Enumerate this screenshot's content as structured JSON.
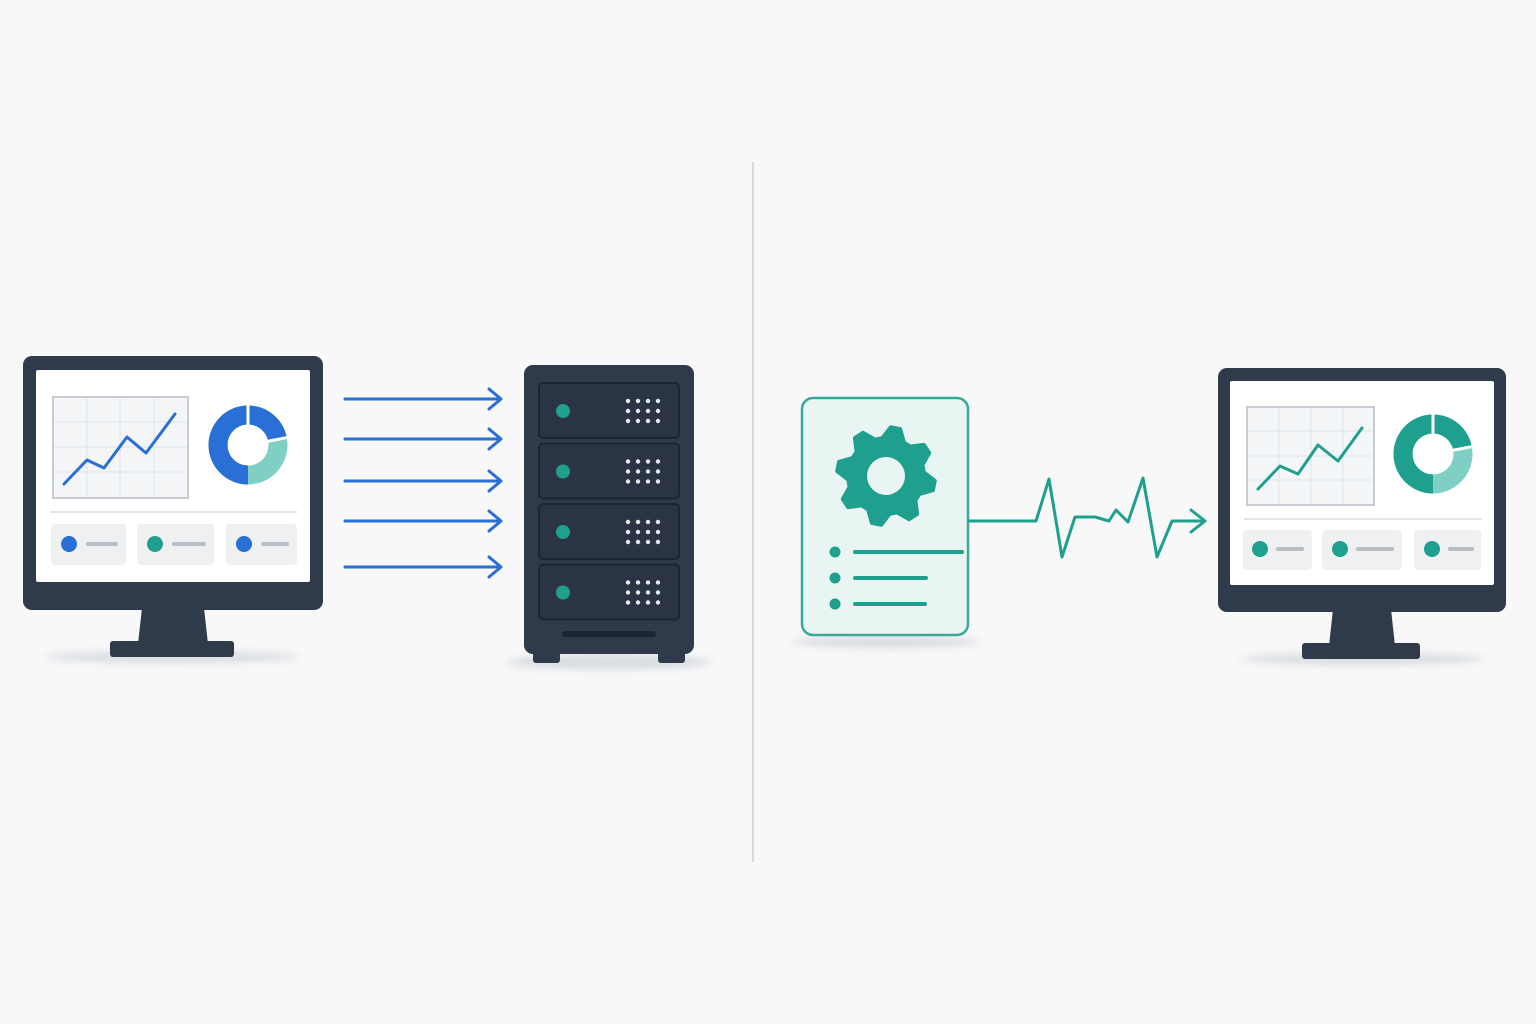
{
  "colors": {
    "background": "#f8f8f9",
    "dark": "#2f3a4b",
    "blue": "#2a6fd6",
    "teal": "#1fa08f",
    "light_teal": "#7fcfc4",
    "card_fill": "#e8f5f3",
    "card_border": "#3aa898",
    "divider": "#d6d8db",
    "screen": "#ffffff",
    "chart_panel": "#f3f5f6",
    "gray_line": "#b8bec6"
  },
  "left_panel": {
    "monitor": {
      "icon": "monitor-dashboard-icon",
      "accent": "#2a6fd6",
      "donut_share": [
        0.72,
        0.28
      ],
      "legend_dot_colors": [
        "#2a6fd6",
        "#1fa08f",
        "#2a6fd6"
      ]
    },
    "connection": {
      "icon": "arrow-right-icon",
      "arrow_count": 5
    },
    "server": {
      "icon": "server-rack-icon",
      "unit_count": 4
    }
  },
  "right_panel": {
    "config_card": {
      "icon": "gear-icon",
      "list_item_count": 3
    },
    "connection": {
      "icon": "heartbeat-arrow-icon"
    },
    "monitor": {
      "icon": "monitor-dashboard-icon",
      "accent": "#1fa08f",
      "donut_share": [
        0.72,
        0.28
      ],
      "legend_dot_colors": [
        "#1fa08f",
        "#1fa08f",
        "#1fa08f"
      ]
    }
  }
}
